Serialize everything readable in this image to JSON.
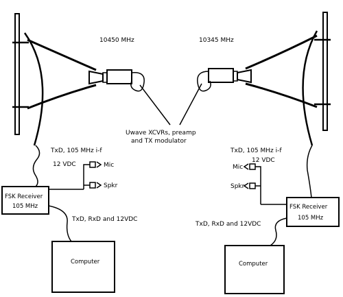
{
  "left": {
    "frequency": "10450 MHz",
    "if_line1": "TxD, 105 MHz i-f",
    "if_line2": "12 VDC",
    "mic": "Mic",
    "spkr": "Spkr",
    "fsk_line1": "FSK Receiver",
    "fsk_line2": "105 MHz",
    "data_line": "TxD, RxD and 12VDC",
    "computer": "Computer"
  },
  "right": {
    "frequency": "10345 MHz",
    "if_line1": "TxD, 105 MHz i-f",
    "if_line2": "12 VDC",
    "mic": "Mic",
    "spkr": "Spkr",
    "fsk_line1": "FSK Receiver",
    "fsk_line2": "105 MHz",
    "data_line": "TxD, RxD and 12VDC",
    "computer": "Computer"
  },
  "center": {
    "callout_line1": "Uwave XCVRs, preamp",
    "callout_line2": "and TX modulator"
  }
}
